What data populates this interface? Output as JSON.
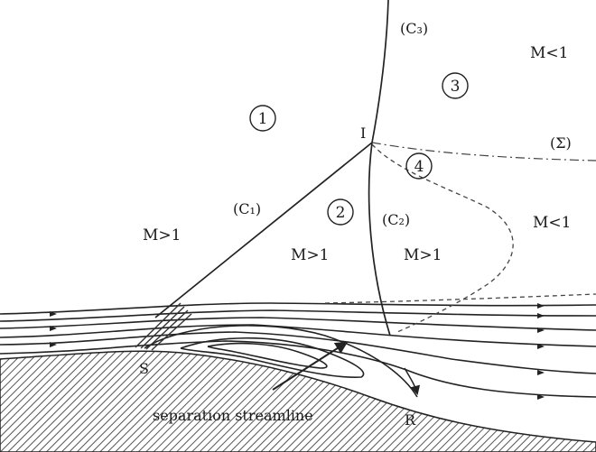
{
  "diagram": {
    "regions": [
      {
        "id": "1",
        "label": "1"
      },
      {
        "id": "2",
        "label": "2"
      },
      {
        "id": "3",
        "label": "3"
      },
      {
        "id": "4",
        "label": "4"
      }
    ],
    "shocks": {
      "c1": "(C₁)",
      "c2": "(C₂)",
      "c3": "(C₃)",
      "sigma": "(Σ)"
    },
    "mach_zones": {
      "upstream": "M>1",
      "region2": "M>1",
      "downstream": "M>1",
      "upper_right": "M<1",
      "lower_right": "M<1"
    },
    "points": {
      "triple": "I",
      "separation": "S",
      "reattachment": "R"
    },
    "caption": "separation streamline"
  }
}
